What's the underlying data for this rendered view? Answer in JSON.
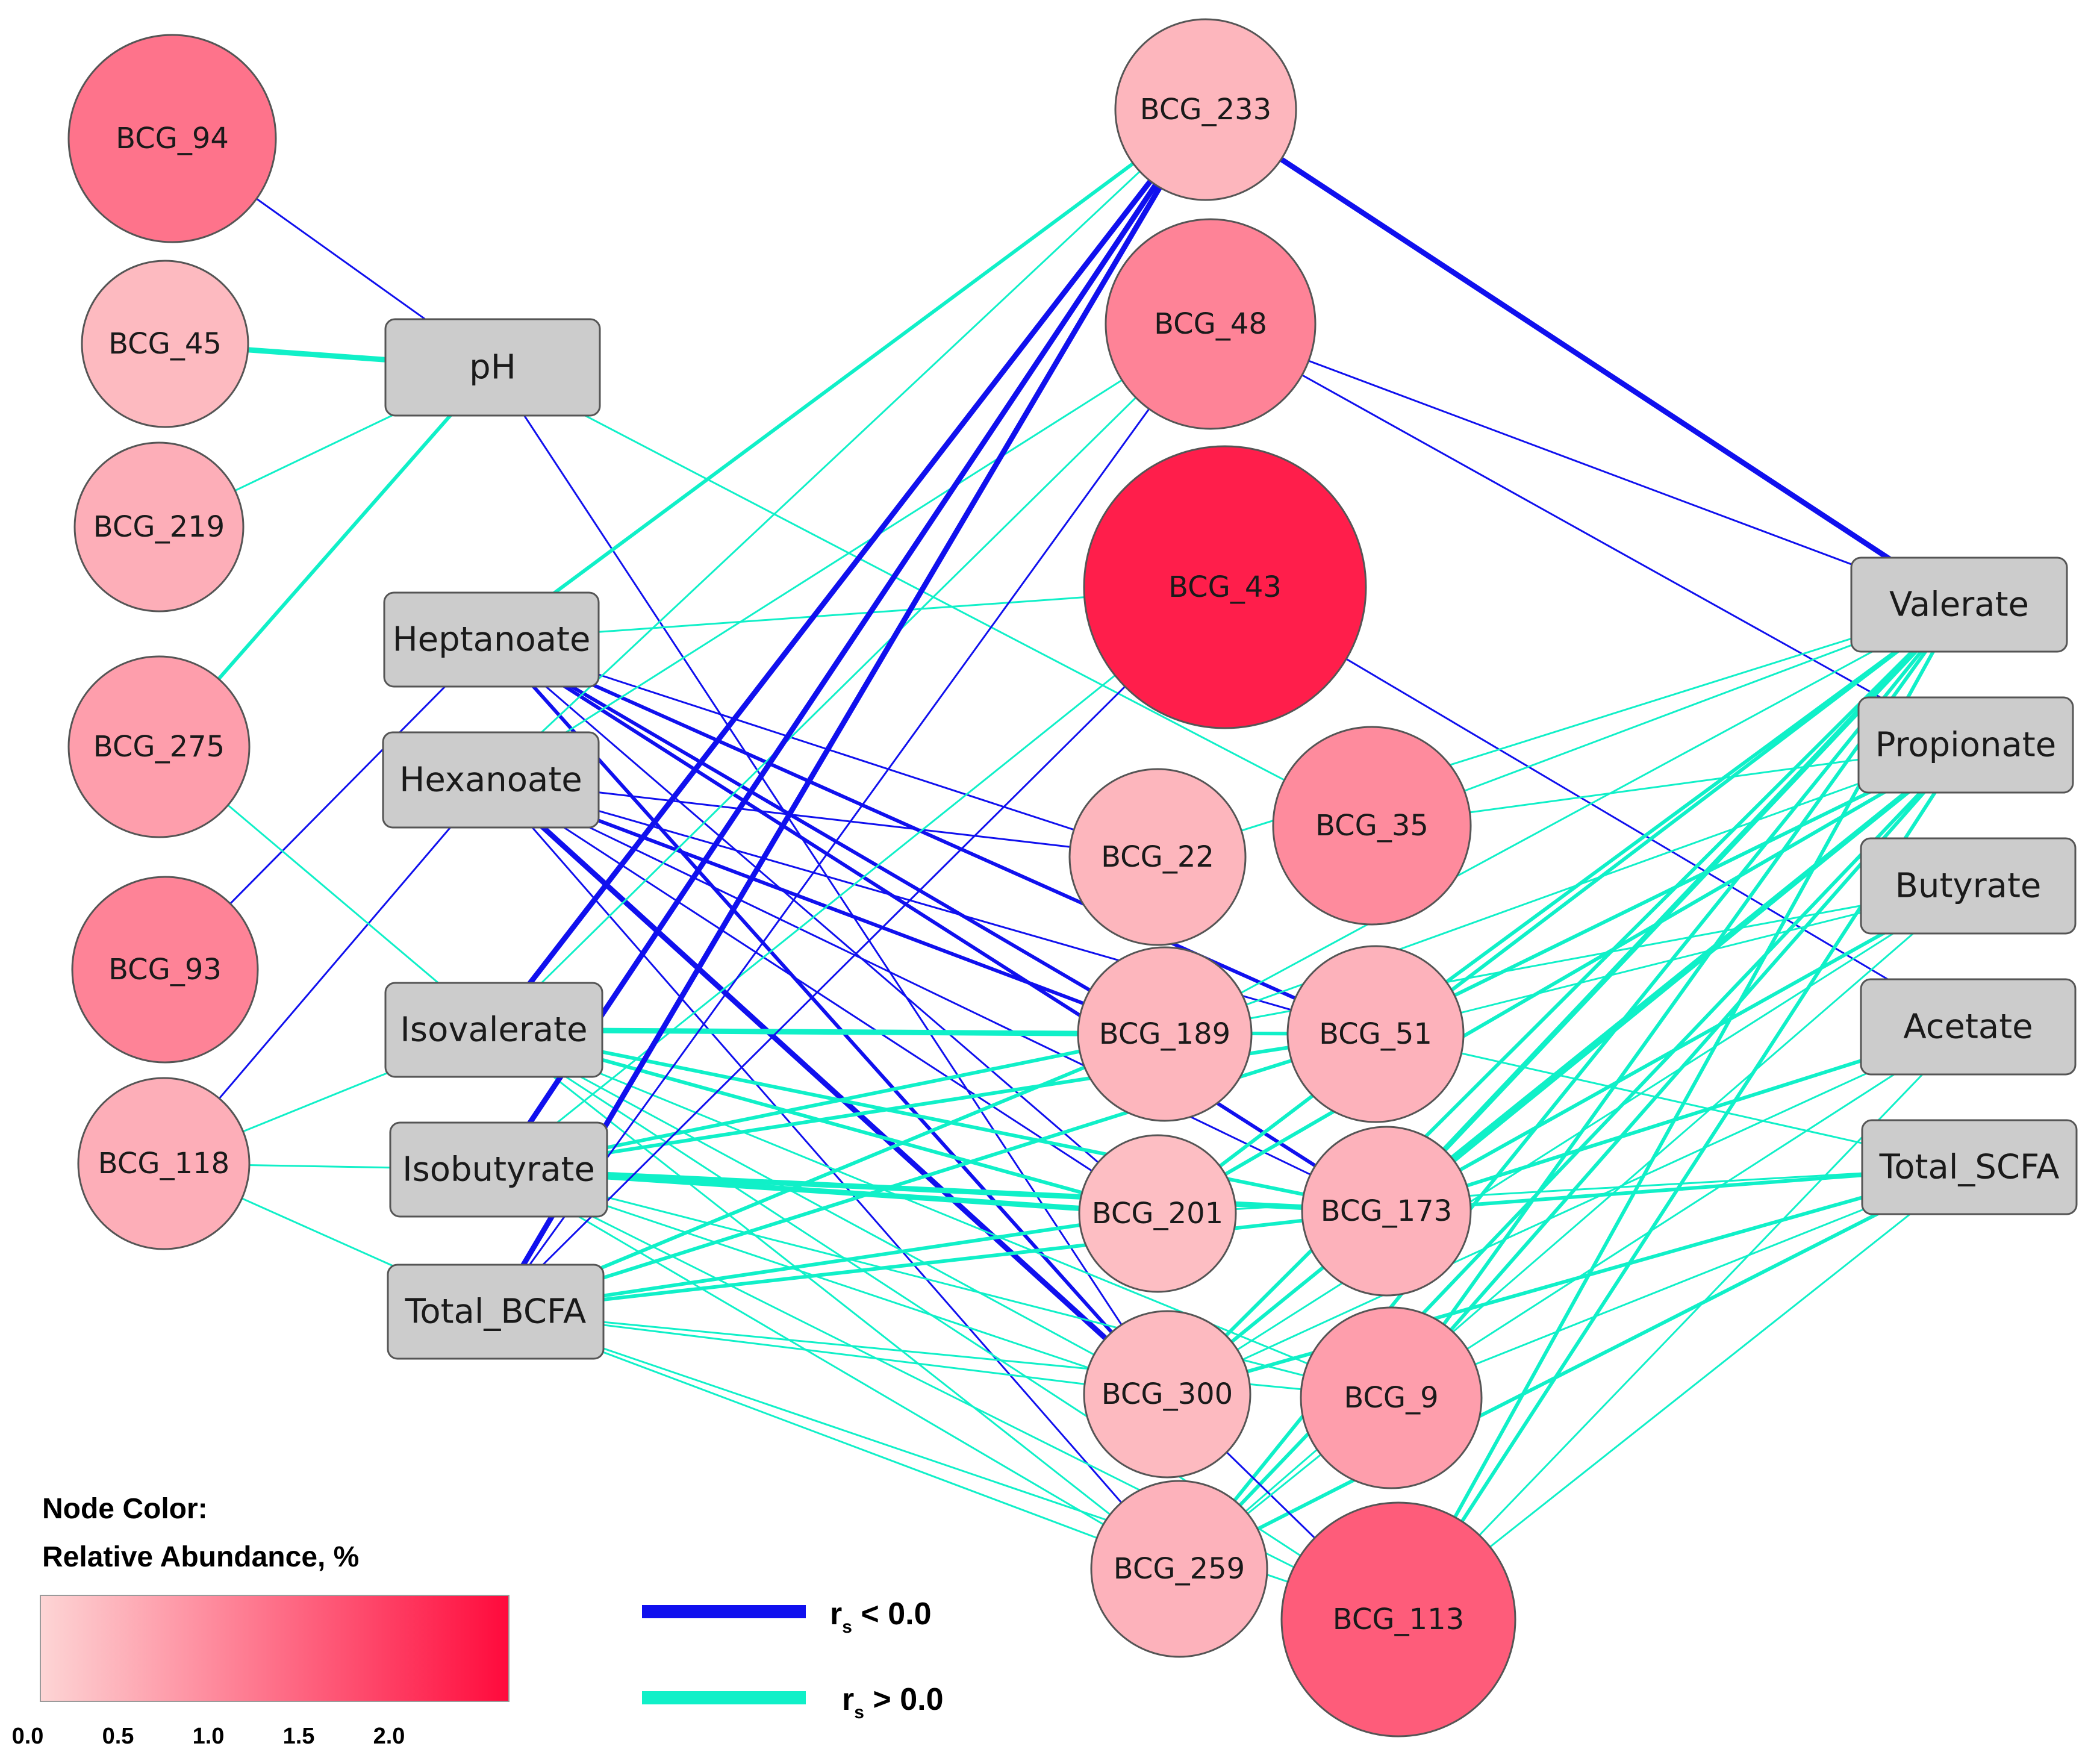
{
  "nodes": [
    {
      "id": "BCG_94",
      "label": "BCG_94",
      "shape": "circle",
      "abundance": 1.25
    },
    {
      "id": "BCG_45",
      "label": "BCG_45",
      "shape": "circle",
      "abundance": 0.35
    },
    {
      "id": "BCG_219",
      "label": "BCG_219",
      "shape": "circle",
      "abundance": 0.5
    },
    {
      "id": "BCG_275",
      "label": "BCG_275",
      "shape": "circle",
      "abundance": 0.7
    },
    {
      "id": "BCG_93",
      "label": "BCG_93",
      "shape": "circle",
      "abundance": 1.05
    },
    {
      "id": "BCG_118",
      "label": "BCG_118",
      "shape": "circle",
      "abundance": 0.5
    },
    {
      "id": "pH",
      "label": "pH",
      "shape": "box"
    },
    {
      "id": "Heptanoate",
      "label": "Heptanoate",
      "shape": "box"
    },
    {
      "id": "Hexanoate",
      "label": "Hexanoate",
      "shape": "box"
    },
    {
      "id": "Isovalerate",
      "label": "Isovalerate",
      "shape": "box"
    },
    {
      "id": "Isobutyrate",
      "label": "Isobutyrate",
      "shape": "box"
    },
    {
      "id": "Total_BCFA",
      "label": "Total_BCFA",
      "shape": "box"
    },
    {
      "id": "BCG_233",
      "label": "BCG_233",
      "shape": "circle",
      "abundance": 0.4
    },
    {
      "id": "BCG_48",
      "label": "BCG_48",
      "shape": "circle",
      "abundance": 1.05
    },
    {
      "id": "BCG_43",
      "label": "BCG_43",
      "shape": "circle",
      "abundance": 2.35
    },
    {
      "id": "BCG_22",
      "label": "BCG_22",
      "shape": "circle",
      "abundance": 0.4
    },
    {
      "id": "BCG_35",
      "label": "BCG_35",
      "shape": "circle",
      "abundance": 0.95
    },
    {
      "id": "BCG_189",
      "label": "BCG_189",
      "shape": "circle",
      "abundance": 0.4
    },
    {
      "id": "BCG_51",
      "label": "BCG_51",
      "shape": "circle",
      "abundance": 0.45
    },
    {
      "id": "BCG_201",
      "label": "BCG_201",
      "shape": "circle",
      "abundance": 0.3
    },
    {
      "id": "BCG_173",
      "label": "BCG_173",
      "shape": "circle",
      "abundance": 0.45
    },
    {
      "id": "BCG_300",
      "label": "BCG_300",
      "shape": "circle",
      "abundance": 0.35
    },
    {
      "id": "BCG_9",
      "label": "BCG_9",
      "shape": "circle",
      "abundance": 0.7
    },
    {
      "id": "BCG_259",
      "label": "BCG_259",
      "shape": "circle",
      "abundance": 0.45
    },
    {
      "id": "BCG_113",
      "label": "BCG_113",
      "shape": "circle",
      "abundance": 1.55
    },
    {
      "id": "Valerate",
      "label": "Valerate",
      "shape": "box"
    },
    {
      "id": "Propionate",
      "label": "Propionate",
      "shape": "box"
    },
    {
      "id": "Butyrate",
      "label": "Butyrate",
      "shape": "box"
    },
    {
      "id": "Acetate",
      "label": "Acetate",
      "shape": "box"
    },
    {
      "id": "Total_SCFA",
      "label": "Total_SCFA",
      "shape": "box"
    }
  ],
  "edges": [
    {
      "from": "BCG_94",
      "to": "pH",
      "sign": "neg",
      "weight": 1
    },
    {
      "from": "BCG_45",
      "to": "pH",
      "sign": "pos",
      "weight": 3
    },
    {
      "from": "BCG_219",
      "to": "pH",
      "sign": "pos",
      "weight": 1
    },
    {
      "from": "BCG_275",
      "to": "pH",
      "sign": "pos",
      "weight": 2
    },
    {
      "from": "pH",
      "to": "BCG_300",
      "sign": "neg",
      "weight": 1
    },
    {
      "from": "pH",
      "to": "BCG_35",
      "sign": "pos",
      "weight": 1
    },
    {
      "from": "BCG_93",
      "to": "Heptanoate",
      "sign": "neg",
      "weight": 1
    },
    {
      "from": "BCG_118",
      "to": "Hexanoate",
      "sign": "neg",
      "weight": 1
    },
    {
      "from": "BCG_275",
      "to": "Isovalerate",
      "sign": "pos",
      "weight": 1
    },
    {
      "from": "BCG_118",
      "to": "Isovalerate",
      "sign": "pos",
      "weight": 1
    },
    {
      "from": "BCG_118",
      "to": "Isobutyrate",
      "sign": "pos",
      "weight": 1
    },
    {
      "from": "BCG_118",
      "to": "Total_BCFA",
      "sign": "pos",
      "weight": 1
    },
    {
      "from": "Heptanoate",
      "to": "BCG_233",
      "sign": "pos",
      "weight": 2
    },
    {
      "from": "Heptanoate",
      "to": "BCG_43",
      "sign": "pos",
      "weight": 1
    },
    {
      "from": "Heptanoate",
      "to": "BCG_22",
      "sign": "neg",
      "weight": 1
    },
    {
      "from": "Heptanoate",
      "to": "BCG_189",
      "sign": "neg",
      "weight": 2
    },
    {
      "from": "Heptanoate",
      "to": "BCG_51",
      "sign": "neg",
      "weight": 2
    },
    {
      "from": "Heptanoate",
      "to": "BCG_201",
      "sign": "neg",
      "weight": 1
    },
    {
      "from": "Heptanoate",
      "to": "BCG_173",
      "sign": "neg",
      "weight": 2
    },
    {
      "from": "Heptanoate",
      "to": "BCG_300",
      "sign": "neg",
      "weight": 2
    },
    {
      "from": "Hexanoate",
      "to": "BCG_233",
      "sign": "pos",
      "weight": 1
    },
    {
      "from": "Hexanoate",
      "to": "BCG_48",
      "sign": "pos",
      "weight": 1
    },
    {
      "from": "Hexanoate",
      "to": "BCG_22",
      "sign": "neg",
      "weight": 1
    },
    {
      "from": "Hexanoate",
      "to": "BCG_189",
      "sign": "neg",
      "weight": 2
    },
    {
      "from": "Hexanoate",
      "to": "BCG_51",
      "sign": "neg",
      "weight": 1
    },
    {
      "from": "Hexanoate",
      "to": "BCG_201",
      "sign": "neg",
      "weight": 1
    },
    {
      "from": "Hexanoate",
      "to": "BCG_173",
      "sign": "neg",
      "weight": 1
    },
    {
      "from": "Hexanoate",
      "to": "BCG_300",
      "sign": "neg",
      "weight": 3
    },
    {
      "from": "Hexanoate",
      "to": "BCG_259",
      "sign": "neg",
      "weight": 1
    },
    {
      "from": "Isovalerate",
      "to": "BCG_233",
      "sign": "neg",
      "weight": 3
    },
    {
      "from": "Isovalerate",
      "to": "BCG_48",
      "sign": "pos",
      "weight": 1
    },
    {
      "from": "Isovalerate",
      "to": "BCG_189",
      "sign": "pos",
      "weight": 3
    },
    {
      "from": "Isovalerate",
      "to": "BCG_51",
      "sign": "pos",
      "weight": 2
    },
    {
      "from": "Isovalerate",
      "to": "BCG_201",
      "sign": "pos",
      "weight": 2
    },
    {
      "from": "Isovalerate",
      "to": "BCG_173",
      "sign": "pos",
      "weight": 2
    },
    {
      "from": "Isovalerate",
      "to": "BCG_300",
      "sign": "pos",
      "weight": 1
    },
    {
      "from": "Isovalerate",
      "to": "BCG_9",
      "sign": "pos",
      "weight": 1
    },
    {
      "from": "Isovalerate",
      "to": "BCG_259",
      "sign": "pos",
      "weight": 1
    },
    {
      "from": "Isovalerate",
      "to": "BCG_113",
      "sign": "pos",
      "weight": 1
    },
    {
      "from": "Isobutyrate",
      "to": "BCG_233",
      "sign": "neg",
      "weight": 3
    },
    {
      "from": "Isobutyrate",
      "to": "BCG_43",
      "sign": "pos",
      "weight": 1
    },
    {
      "from": "Isobutyrate",
      "to": "BCG_189",
      "sign": "pos",
      "weight": 2
    },
    {
      "from": "Isobutyrate",
      "to": "BCG_51",
      "sign": "pos",
      "weight": 2
    },
    {
      "from": "Isobutyrate",
      "to": "BCG_201",
      "sign": "pos",
      "weight": 3
    },
    {
      "from": "Isobutyrate",
      "to": "BCG_173",
      "sign": "pos",
      "weight": 3
    },
    {
      "from": "Isobutyrate",
      "to": "BCG_300",
      "sign": "pos",
      "weight": 1
    },
    {
      "from": "Isobutyrate",
      "to": "BCG_9",
      "sign": "pos",
      "weight": 1
    },
    {
      "from": "Isobutyrate",
      "to": "BCG_259",
      "sign": "pos",
      "weight": 1
    },
    {
      "from": "Isobutyrate",
      "to": "BCG_113",
      "sign": "pos",
      "weight": 1
    },
    {
      "from": "Total_BCFA",
      "to": "BCG_233",
      "sign": "neg",
      "weight": 3
    },
    {
      "from": "Total_BCFA",
      "to": "BCG_48",
      "sign": "neg",
      "weight": 1
    },
    {
      "from": "Total_BCFA",
      "to": "BCG_43",
      "sign": "neg",
      "weight": 1
    },
    {
      "from": "Total_BCFA",
      "to": "BCG_189",
      "sign": "pos",
      "weight": 2
    },
    {
      "from": "Total_BCFA",
      "to": "BCG_51",
      "sign": "pos",
      "weight": 2
    },
    {
      "from": "Total_BCFA",
      "to": "BCG_201",
      "sign": "pos",
      "weight": 2
    },
    {
      "from": "Total_BCFA",
      "to": "BCG_173",
      "sign": "pos",
      "weight": 2
    },
    {
      "from": "Total_BCFA",
      "to": "BCG_300",
      "sign": "pos",
      "weight": 1
    },
    {
      "from": "Total_BCFA",
      "to": "BCG_9",
      "sign": "pos",
      "weight": 1
    },
    {
      "from": "Total_BCFA",
      "to": "BCG_259",
      "sign": "pos",
      "weight": 1
    },
    {
      "from": "Total_BCFA",
      "to": "BCG_113",
      "sign": "pos",
      "weight": 1
    },
    {
      "from": "BCG_233",
      "to": "Valerate",
      "sign": "neg",
      "weight": 3
    },
    {
      "from": "BCG_48",
      "to": "Propionate",
      "sign": "neg",
      "weight": 1
    },
    {
      "from": "BCG_48",
      "to": "Valerate",
      "sign": "neg",
      "weight": 1
    },
    {
      "from": "BCG_43",
      "to": "Acetate",
      "sign": "neg",
      "weight": 1
    },
    {
      "from": "BCG_22",
      "to": "Valerate",
      "sign": "pos",
      "weight": 1
    },
    {
      "from": "BCG_35",
      "to": "Valerate",
      "sign": "pos",
      "weight": 1
    },
    {
      "from": "BCG_35",
      "to": "Propionate",
      "sign": "pos",
      "weight": 1
    },
    {
      "from": "BCG_189",
      "to": "Valerate",
      "sign": "pos",
      "weight": 1
    },
    {
      "from": "BCG_189",
      "to": "Propionate",
      "sign": "pos",
      "weight": 1
    },
    {
      "from": "BCG_189",
      "to": "Butyrate",
      "sign": "pos",
      "weight": 1
    },
    {
      "from": "BCG_51",
      "to": "Valerate",
      "sign": "pos",
      "weight": 2
    },
    {
      "from": "BCG_51",
      "to": "Propionate",
      "sign": "pos",
      "weight": 2
    },
    {
      "from": "BCG_51",
      "to": "Butyrate",
      "sign": "pos",
      "weight": 1
    },
    {
      "from": "BCG_51",
      "to": "Total_SCFA",
      "sign": "pos",
      "weight": 1
    },
    {
      "from": "BCG_201",
      "to": "Valerate",
      "sign": "pos",
      "weight": 2
    },
    {
      "from": "BCG_201",
      "to": "Propionate",
      "sign": "pos",
      "weight": 2
    },
    {
      "from": "BCG_201",
      "to": "Total_SCFA",
      "sign": "pos",
      "weight": 1
    },
    {
      "from": "BCG_173",
      "to": "Valerate",
      "sign": "pos",
      "weight": 3
    },
    {
      "from": "BCG_173",
      "to": "Propionate",
      "sign": "pos",
      "weight": 3
    },
    {
      "from": "BCG_173",
      "to": "Butyrate",
      "sign": "pos",
      "weight": 2
    },
    {
      "from": "BCG_173",
      "to": "Acetate",
      "sign": "pos",
      "weight": 2
    },
    {
      "from": "BCG_173",
      "to": "Total_SCFA",
      "sign": "pos",
      "weight": 2
    },
    {
      "from": "BCG_300",
      "to": "Valerate",
      "sign": "pos",
      "weight": 2
    },
    {
      "from": "BCG_300",
      "to": "Propionate",
      "sign": "pos",
      "weight": 2
    },
    {
      "from": "BCG_300",
      "to": "Butyrate",
      "sign": "pos",
      "weight": 1
    },
    {
      "from": "BCG_300",
      "to": "Acetate",
      "sign": "pos",
      "weight": 1
    },
    {
      "from": "BCG_300",
      "to": "Total_SCFA",
      "sign": "pos",
      "weight": 2
    },
    {
      "from": "BCG_9",
      "to": "Valerate",
      "sign": "pos",
      "weight": 2
    },
    {
      "from": "BCG_9",
      "to": "Propionate",
      "sign": "pos",
      "weight": 2
    },
    {
      "from": "BCG_9",
      "to": "Acetate",
      "sign": "pos",
      "weight": 1
    },
    {
      "from": "BCG_9",
      "to": "Total_SCFA",
      "sign": "pos",
      "weight": 1
    },
    {
      "from": "BCG_259",
      "to": "Valerate",
      "sign": "pos",
      "weight": 2
    },
    {
      "from": "BCG_259",
      "to": "Propionate",
      "sign": "pos",
      "weight": 2
    },
    {
      "from": "BCG_259",
      "to": "Butyrate",
      "sign": "pos",
      "weight": 1
    },
    {
      "from": "BCG_259",
      "to": "Total_SCFA",
      "sign": "pos",
      "weight": 2
    },
    {
      "from": "BCG_113",
      "to": "Valerate",
      "sign": "pos",
      "weight": 2
    },
    {
      "from": "BCG_113",
      "to": "Propionate",
      "sign": "pos",
      "weight": 2
    },
    {
      "from": "BCG_113",
      "to": "Acetate",
      "sign": "pos",
      "weight": 1
    },
    {
      "from": "BCG_113",
      "to": "Total_SCFA",
      "sign": "pos",
      "weight": 1
    },
    {
      "from": "BCG_300",
      "to": "BCG_113",
      "sign": "neg",
      "weight": 1
    },
    {
      "from": "BCG_259",
      "to": "BCG_9",
      "sign": "pos",
      "weight": 1
    }
  ],
  "legend": {
    "color_title_line1": "Node Color:",
    "color_title_line2": "Relative Abundance, %",
    "gradient_start_color": "#fdd5d5",
    "gradient_end_color": "#ff0a3c",
    "gradient_max": 2.6,
    "ticks": [
      {
        "label": "0.0",
        "value": 0.0
      },
      {
        "label": "0.5",
        "value": 0.5
      },
      {
        "label": "1.0",
        "value": 1.0
      },
      {
        "label": "1.5",
        "value": 1.5
      },
      {
        "label": "2.0",
        "value": 2.0
      }
    ],
    "neg_symbol": "r",
    "neg_subscript": "s",
    "neg_text": " < 0.0",
    "pos_symbol": "r",
    "pos_subscript": "s",
    "pos_text": " > 0.0"
  },
  "colors": {
    "negative_edge": "#1010ee",
    "positive_edge": "#10f0c8",
    "box_fill": "#cccccc",
    "box_stroke": "#555555",
    "circle_stroke": "#555555"
  }
}
